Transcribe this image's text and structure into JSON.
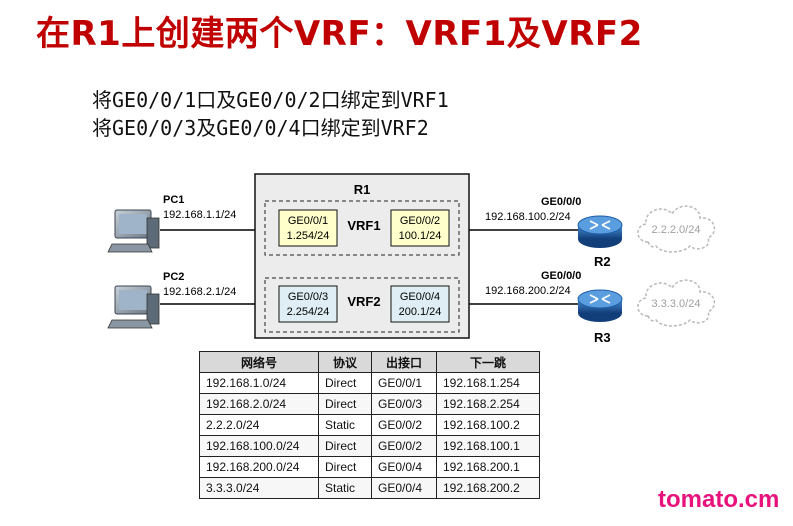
{
  "title": "在R1上创建两个VRF：VRF1及VRF2",
  "subtitles": [
    "将GE0/0/1口及GE0/0/2口绑定到VRF1",
    "将GE0/0/3及GE0/0/4口绑定到VRF2"
  ],
  "diagram": {
    "router_box_label": "R1",
    "pcs": [
      {
        "name": "PC1",
        "ip": "192.168.1.1/24"
      },
      {
        "name": "PC2",
        "ip": "192.168.2.1/24"
      }
    ],
    "vrfs": [
      {
        "name": "VRF1",
        "left_port": "GE0/0/1",
        "left_ip": "1.254/24",
        "right_port": "GE0/0/2",
        "right_ip": "100.1/24"
      },
      {
        "name": "VRF2",
        "left_port": "GE0/0/3",
        "left_ip": "2.254/24",
        "right_port": "GE0/0/4",
        "right_ip": "200.1/24"
      }
    ],
    "routers": [
      {
        "name": "R2",
        "port": "GE0/0/0",
        "ip": "192.168.100.2/24",
        "cloud": "2.2.2.0/24"
      },
      {
        "name": "R3",
        "port": "GE0/0/0",
        "ip": "192.168.200.2/24",
        "cloud": "3.3.3.0/24"
      }
    ],
    "colors": {
      "vrf1_fill": "#ffffcc",
      "vrf2_fill": "#dfeef4",
      "router_blue": "#1f5fa8",
      "title_red": "#c00000"
    }
  },
  "table": {
    "headers": [
      "网络号",
      "协议",
      "出接口",
      "下一跳"
    ],
    "rows": [
      [
        "192.168.1.0/24",
        "Direct",
        "GE0/0/1",
        "192.168.1.254"
      ],
      [
        "192.168.2.0/24",
        "Direct",
        "GE0/0/3",
        "192.168.2.254"
      ],
      [
        "2.2.2.0/24",
        "Static",
        "GE0/0/2",
        "192.168.100.2"
      ],
      [
        "192.168.100.0/24",
        "Direct",
        "GE0/0/2",
        "192.168.100.1"
      ],
      [
        "192.168.200.0/24",
        "Direct",
        "GE0/0/4",
        "192.168.200.1"
      ],
      [
        "3.3.3.0/24",
        "Static",
        "GE0/0/4",
        "192.168.200.2"
      ]
    ]
  },
  "watermark": "tomato.cm"
}
